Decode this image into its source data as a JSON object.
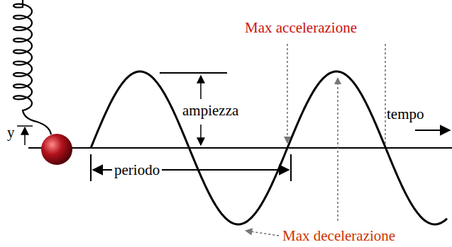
{
  "diagram": {
    "labels": [
      "Max accelerazione",
      "y",
      "ampiezza",
      "tempo",
      "periodo",
      "Max decelerazione"
    ]
  }
}
